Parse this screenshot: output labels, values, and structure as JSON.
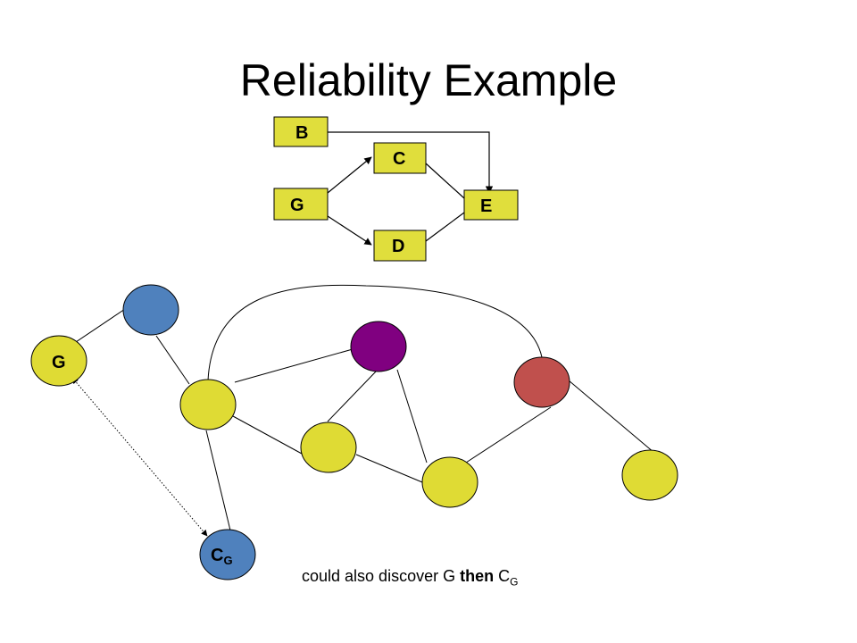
{
  "title": "Reliability Example",
  "colors": {
    "box_fill": "#e0de3c",
    "yellow_node": "#dfdb34",
    "blue_node": "#4f81bd",
    "purple_node": "#800080",
    "red_node": "#c0504d"
  },
  "dependency_graph": {
    "boxes": {
      "b": "B",
      "c": "C",
      "g": "G",
      "d": "D",
      "e": "E"
    }
  },
  "network": {
    "g_label": "G",
    "cg_label_main": "C",
    "cg_label_sub": "G"
  },
  "caption": {
    "prefix": "could also discover G ",
    "bold": "then",
    "suffix_main": " C",
    "suffix_sub": "G"
  }
}
